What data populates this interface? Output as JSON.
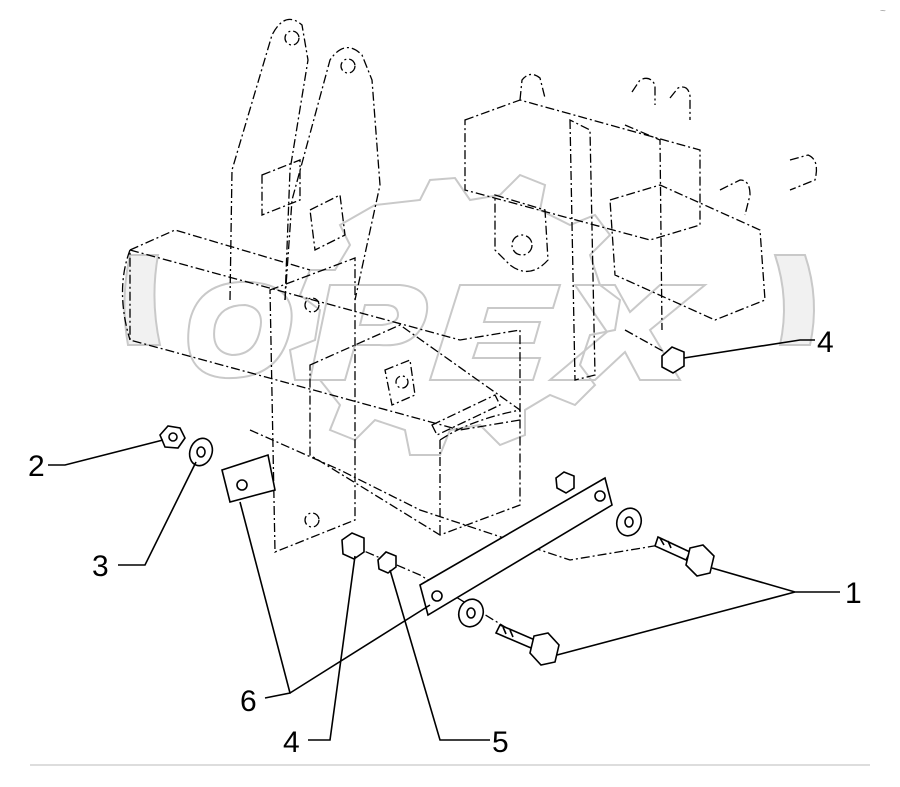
{
  "diagram": {
    "watermark_text": "OPEX",
    "callouts": [
      {
        "id": "1",
        "label": "1"
      },
      {
        "id": "2",
        "label": "2"
      },
      {
        "id": "3",
        "label": "3"
      },
      {
        "id": "4a",
        "label": "4"
      },
      {
        "id": "4b",
        "label": "4"
      },
      {
        "id": "5",
        "label": "5"
      },
      {
        "id": "6",
        "label": "6"
      }
    ]
  }
}
